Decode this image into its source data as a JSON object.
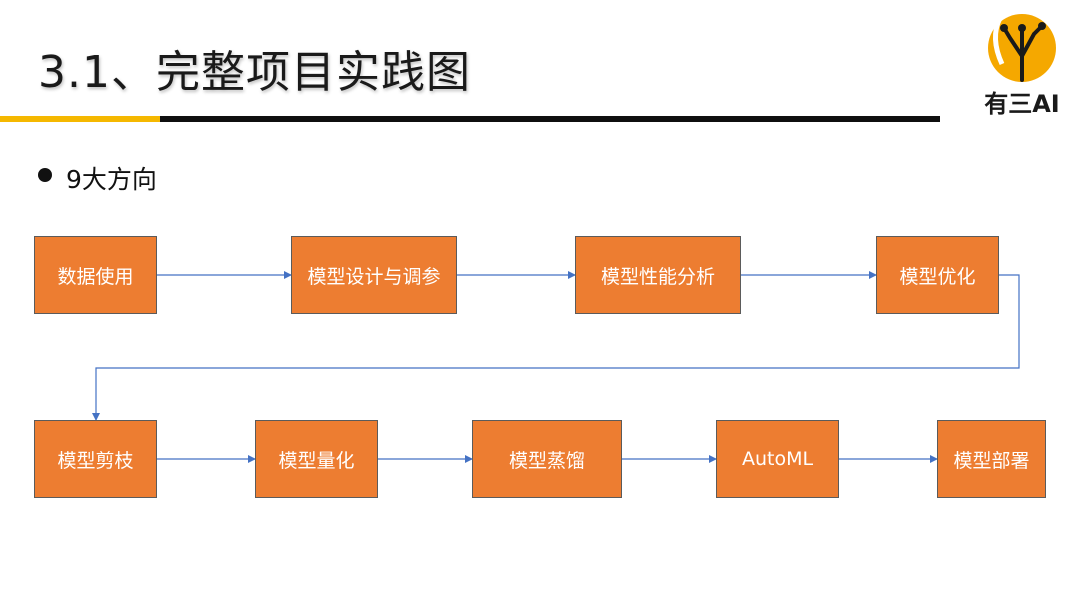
{
  "slide": {
    "title": "3.1、完整项目实践图",
    "subtitle": "9大方向"
  },
  "logo": {
    "text": "有三AI",
    "icon": "circuit-tree-icon",
    "accent_color": "#f5a800"
  },
  "colors": {
    "box_fill": "#ed7d31",
    "box_border": "#5b5b5b",
    "connector": "#4472c4",
    "title_bar_yellow": "#f5b800",
    "title_bar_black": "#0f0f0f"
  },
  "flow": {
    "steps": [
      {
        "label": "数据使用"
      },
      {
        "label": "模型设计与调参"
      },
      {
        "label": "模型性能分析"
      },
      {
        "label": "模型优化"
      },
      {
        "label": "模型剪枝"
      },
      {
        "label": "模型量化"
      },
      {
        "label": "模型蒸馏"
      },
      {
        "label": "AutoML"
      },
      {
        "label": "模型部署"
      }
    ],
    "edges": [
      {
        "from": 0,
        "to": 1
      },
      {
        "from": 1,
        "to": 2
      },
      {
        "from": 2,
        "to": 3
      },
      {
        "from": 3,
        "to": 4
      },
      {
        "from": 4,
        "to": 5
      },
      {
        "from": 5,
        "to": 6
      },
      {
        "from": 6,
        "to": 7
      },
      {
        "from": 7,
        "to": 8
      }
    ]
  }
}
